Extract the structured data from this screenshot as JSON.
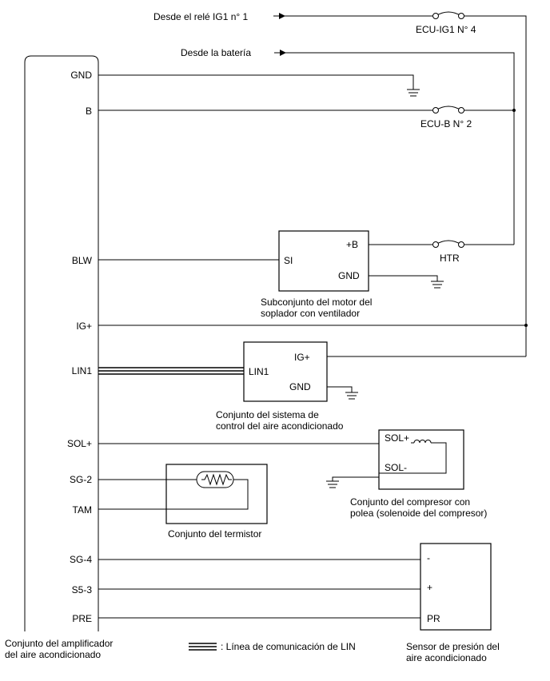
{
  "sources": {
    "ig1_relay": "Desde el relé IG1 n° 1",
    "battery": "Desde la batería"
  },
  "fuses": {
    "ecu_ig1": "ECU-IG1 N° 4",
    "ecu_b": "ECU-B N° 2",
    "htr": "HTR"
  },
  "amplifier": {
    "label_line1": "Conjunto del amplificador",
    "label_line2": "del aire acondicionado",
    "pins": {
      "gnd": "GND",
      "b": "B",
      "blw": "BLW",
      "ig": "IG+",
      "lin1": "LIN1",
      "sol": "SOL+",
      "sg2": "SG-2",
      "tam": "TAM",
      "sg4": "SG-4",
      "s53": "S5-3",
      "pre": "PRE"
    }
  },
  "blower": {
    "pin_si": "SI",
    "pin_b": "+B",
    "pin_gnd": "GND",
    "label_line1": "Subconjunto del motor del",
    "label_line2": "soplador con ventilador"
  },
  "control": {
    "pin_lin1": "LIN1",
    "pin_ig": "IG+",
    "pin_gnd": "GND",
    "label_line1": "Conjunto del sistema de",
    "label_line2": "control del aire acondicionado"
  },
  "compressor": {
    "pin_sol_plus": "SOL+",
    "pin_sol_minus": "SOL-",
    "label_line1": "Conjunto del compresor con",
    "label_line2": "polea (solenoide del compresor)"
  },
  "thermistor": {
    "label": "Conjunto del termistor"
  },
  "pressure": {
    "pin_minus": "-",
    "pin_plus": "+",
    "pin_pr": "PR",
    "label_line1": "Sensor de presión del",
    "label_line2": "aire acondicionado"
  },
  "legend": {
    "lin_line": ": Línea de comunicación de LIN"
  }
}
